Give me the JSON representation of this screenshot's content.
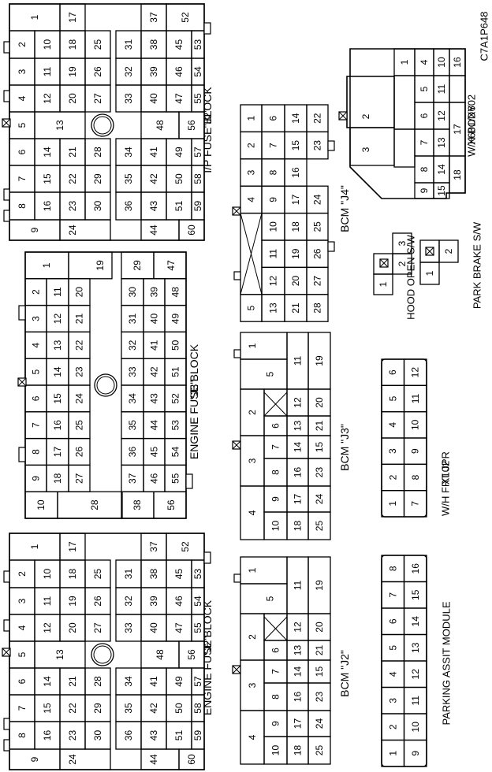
{
  "figure_id": "C7A1P648",
  "connectors": [
    {
      "id": "ip_fuse_block",
      "label_lines": [
        "\"J2\"",
        "I/P FUSE BLOCK"
      ],
      "cells": [
        [
          [
            "1",
            "",
            "17"
          ],
          [
            "",
            "37",
            "52"
          ]
        ],
        [
          [
            "2",
            "10",
            "18",
            "25"
          ],
          [
            "31",
            "38",
            "45",
            "53"
          ]
        ],
        [
          [
            "3",
            "11",
            "19",
            "26"
          ],
          [
            "32",
            "39",
            "46",
            "54"
          ]
        ],
        [
          [
            "4",
            "12",
            "20",
            "27"
          ],
          [
            "33",
            "40",
            "47",
            "55"
          ]
        ],
        [
          [
            "5",
            "13"
          ],
          [
            "48",
            "56"
          ]
        ],
        [
          [
            "6",
            "14",
            "21",
            "28"
          ],
          [
            "34",
            "41",
            "49",
            "57"
          ]
        ],
        [
          [
            "7",
            "15",
            "22",
            "29"
          ],
          [
            "35",
            "42",
            "50",
            "58"
          ]
        ],
        [
          [
            "8",
            "16",
            "23",
            "30"
          ],
          [
            "36",
            "43",
            "51",
            "59"
          ]
        ],
        [
          [
            "9",
            "24"
          ],
          [
            "44",
            "60"
          ]
        ]
      ]
    },
    {
      "id": "engine_fuse_block_j3",
      "label_lines": [
        "\"J3\"",
        "ENGINE FUSE BLOCK"
      ],
      "cells": [
        [
          [
            "1",
            "19"
          ],
          [
            "29",
            "47"
          ]
        ],
        [
          [
            "2",
            "11",
            "20"
          ],
          [
            "30",
            "39",
            "48"
          ]
        ],
        [
          [
            "3",
            "12",
            "21"
          ],
          [
            "31",
            "40",
            "49"
          ]
        ],
        [
          [
            "4",
            "13",
            "22"
          ],
          [
            "32",
            "41",
            "50"
          ]
        ],
        [
          [
            "5",
            "14",
            "23"
          ],
          [
            "33",
            "42",
            "51"
          ]
        ],
        [
          [
            "6",
            "15",
            "24"
          ],
          [
            "34",
            "43",
            "52"
          ]
        ],
        [
          [
            "7",
            "16",
            "25"
          ],
          [
            "35",
            "44",
            "53"
          ]
        ],
        [
          [
            "8",
            "17",
            "26"
          ],
          [
            "36",
            "45",
            "54"
          ]
        ],
        [
          [
            "9",
            "18",
            "27"
          ],
          [
            "37",
            "46",
            "55"
          ]
        ],
        [
          [
            "10",
            "28"
          ],
          [
            "38",
            "56"
          ]
        ]
      ]
    },
    {
      "id": "engine_fuse_block_j2",
      "label_lines": [
        "\"J2\"",
        "ENGINE FUSE BLOCK"
      ],
      "cells": [
        [
          [
            "1",
            "",
            "17"
          ],
          [
            "",
            "37",
            "52"
          ]
        ],
        [
          [
            "2",
            "10",
            "18",
            "25"
          ],
          [
            "31",
            "38",
            "45",
            "53"
          ]
        ],
        [
          [
            "3",
            "11",
            "19",
            "26"
          ],
          [
            "32",
            "39",
            "46",
            "54"
          ]
        ],
        [
          [
            "4",
            "12",
            "20",
            "27"
          ],
          [
            "33",
            "40",
            "47",
            "55"
          ]
        ],
        [
          [
            "5",
            "13"
          ],
          [
            "48",
            "56"
          ]
        ],
        [
          [
            "6",
            "14",
            "21",
            "28"
          ],
          [
            "34",
            "41",
            "49",
            "57"
          ]
        ],
        [
          [
            "7",
            "15",
            "22",
            "29"
          ],
          [
            "35",
            "42",
            "50",
            "58"
          ]
        ],
        [
          [
            "8",
            "16",
            "23",
            "30"
          ],
          [
            "36",
            "43",
            "51",
            "59"
          ]
        ],
        [
          [
            "9",
            "24"
          ],
          [
            "44",
            "60"
          ]
        ]
      ]
    },
    {
      "id": "bcm_j4",
      "label": "BCM \"J4\"",
      "cells": [
        [
          "1",
          "6",
          "14",
          "22"
        ],
        [
          "2",
          "7",
          "15",
          "23"
        ],
        [
          "3",
          "8",
          "16",
          ""
        ],
        [
          "4",
          "9",
          "17",
          "24"
        ],
        [
          "",
          "10",
          "18",
          "25"
        ],
        [
          "",
          "11",
          "19",
          "26"
        ],
        [
          "",
          "12",
          "20",
          "27"
        ],
        [
          "5",
          "13",
          "21",
          "28"
        ]
      ]
    },
    {
      "id": "bcm_j3",
      "label": "BCM \"J3\"",
      "cells": [
        [
          "1",
          "",
          "11",
          "19"
        ],
        [
          "5",
          "12",
          "20"
        ],
        [
          "2",
          "",
          "13",
          "21"
        ],
        [
          "6",
          "14",
          ""
        ],
        [
          "3",
          "7",
          "15",
          "22"
        ],
        [
          "8",
          "16",
          "23"
        ],
        [
          "4",
          "9",
          "17",
          "24"
        ],
        [
          "10",
          "18",
          "25"
        ]
      ]
    },
    {
      "id": "bcm_j2",
      "label": "BCM \"J2\"",
      "cells": [
        [
          "1",
          "",
          "11",
          "19"
        ],
        [
          "5",
          "12",
          "20"
        ],
        [
          "2",
          "",
          "13",
          "21"
        ],
        [
          "6",
          "14",
          ""
        ],
        [
          "3",
          "7",
          "15",
          "22"
        ],
        [
          "8",
          "16",
          "23"
        ],
        [
          "4",
          "9",
          "17",
          "24"
        ],
        [
          "10",
          "18",
          "25"
        ]
      ]
    },
    {
      "id": "x601_x602",
      "label_lines": [
        "X601/X602",
        "W/H   BODY"
      ],
      "cells": [
        "1",
        "4",
        "10",
        "16",
        "5",
        "11",
        "2",
        "6",
        "12",
        "17",
        "7",
        "13",
        "3",
        "8",
        "14",
        "18",
        "9",
        "15"
      ]
    },
    {
      "id": "hood_open_sw",
      "label": "HOOD OPEN S/W",
      "cells": [
        "1",
        "2",
        "3"
      ]
    },
    {
      "id": "park_brake_sw",
      "label": "PARK BRAKE S/W",
      "cells": [
        "1",
        "2"
      ]
    },
    {
      "id": "x102",
      "label_lines": [
        "X102",
        "W/H FRT JPR"
      ],
      "cells": [
        [
          "1",
          "2",
          "3",
          "4",
          "5",
          "6"
        ],
        [
          "7",
          "8",
          "9",
          "10",
          "11",
          "12"
        ]
      ]
    },
    {
      "id": "parking_assist_module",
      "label": "PARKING ASSIT MODULE",
      "cells": [
        [
          "1",
          "2",
          "3",
          "4",
          "5",
          "6",
          "7",
          "8"
        ],
        [
          "9",
          "10",
          "11",
          "12",
          "13",
          "14",
          "15",
          "16"
        ]
      ]
    }
  ]
}
